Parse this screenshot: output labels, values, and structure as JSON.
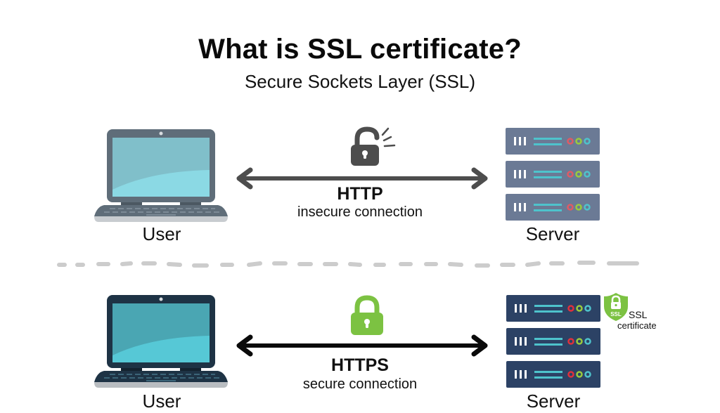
{
  "header": {
    "title": "What is SSL certificate?",
    "subtitle": "Secure Sockets Layer (SSL)"
  },
  "top_section": {
    "client_label": "User",
    "server_label": "Server",
    "protocol": "HTTP",
    "description": "insecure connection",
    "lock_icon": "unlocked-padlock-icon",
    "colors": {
      "laptop_body": "#5f6d79",
      "laptop_screen": "#84c4ce",
      "server_rack": "#6b7a95",
      "arrow": "#4d4d4d",
      "lock": "#4d4d4d"
    }
  },
  "bottom_section": {
    "client_label": "User",
    "server_label": "Server",
    "protocol": "HTTPS",
    "description": "secure connection",
    "lock_icon": "locked-padlock-icon",
    "certificate": {
      "badge_text": "SSL",
      "label_line1": "SSL",
      "label_line2": "certificate"
    },
    "colors": {
      "laptop_body": "#1e3345",
      "laptop_screen": "#4fb8c8",
      "server_rack": "#2c4265",
      "arrow": "#0a0a0a",
      "lock": "#7cc242"
    }
  },
  "server_led_colors": [
    "#e05a64",
    "#9acb3c",
    "#4ec3cc"
  ],
  "divider_color": "#cccccc"
}
